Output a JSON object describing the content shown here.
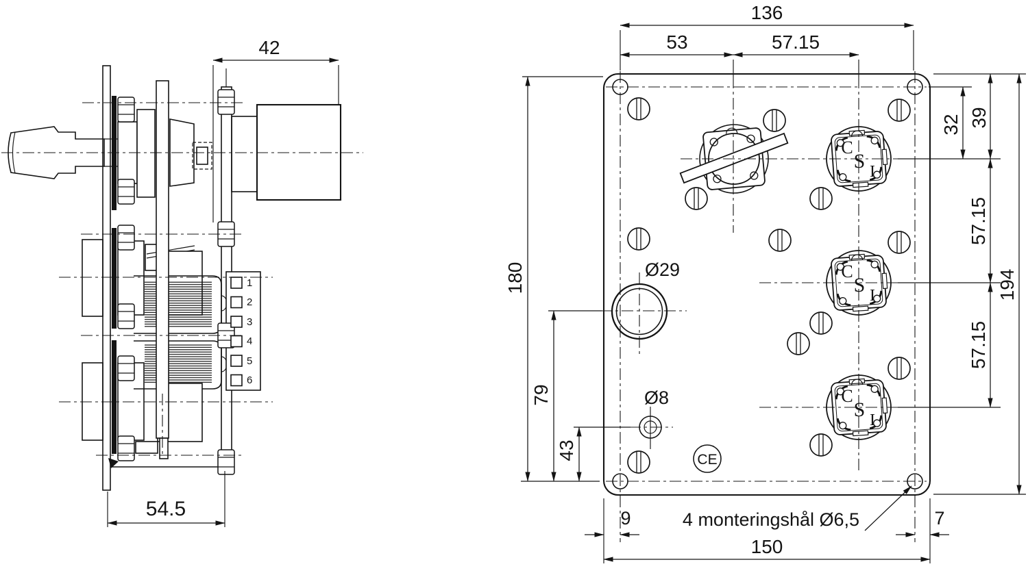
{
  "side_view": {
    "dim_42": "42",
    "dim_54_5": "54.5",
    "terminal_labels": [
      "1",
      "2",
      "3",
      "4",
      "5",
      "6"
    ]
  },
  "front_view": {
    "dim_136": "136",
    "dim_53": "53",
    "dim_57_15_top": "57.15",
    "dim_32": "32",
    "dim_39": "39",
    "dim_57_15_upper": "57.15",
    "dim_57_15_lower": "57.15",
    "dim_194": "194",
    "dim_180": "180",
    "dim_79": "79",
    "dim_43": "43",
    "dim_9": "9",
    "dim_150": "150",
    "dim_7": "7",
    "label_hole_large": "Ø29",
    "label_hole_small": "Ø8",
    "mounting_note": "4 monteringshål Ø6,5",
    "ce_mark": "CE",
    "connector_letters": {
      "c": "C",
      "s": "S",
      "i": "I"
    }
  },
  "colors": {
    "line": "#141414",
    "background": "#ffffff"
  }
}
